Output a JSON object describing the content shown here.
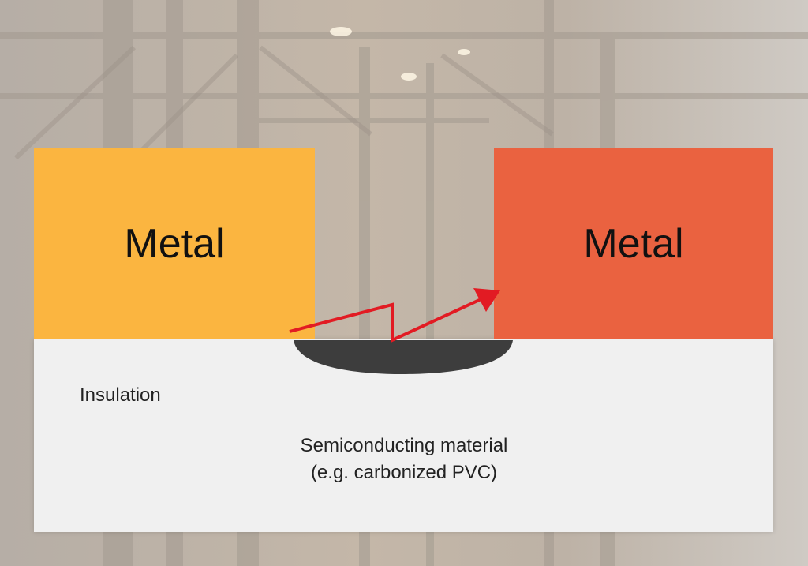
{
  "colors": {
    "metal_left": "#fbb540",
    "metal_right": "#ea6240",
    "insulation_panel": "#f0f0f0",
    "semiconducting_region": "#3d3d3d",
    "arrow": "#e21b23"
  },
  "diagram": {
    "metal_left_label": "Metal",
    "metal_right_label": "Metal",
    "insulation_label": "Insulation",
    "semiconducting_label_line1": "Semiconducting material",
    "semiconducting_label_line2": "(e.g. carbonized PVC)"
  }
}
